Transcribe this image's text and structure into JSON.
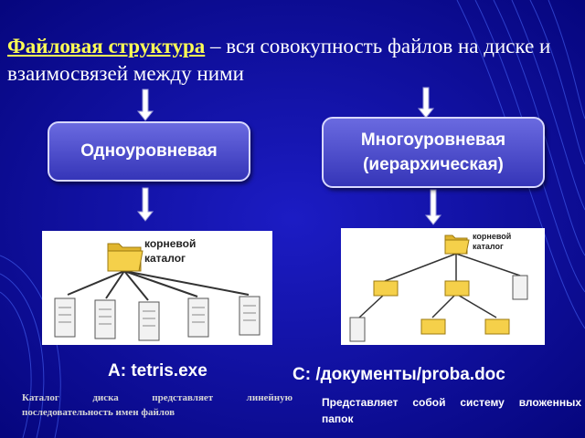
{
  "title": {
    "term": "Файловая структура",
    "rest": " – вся совокупность файлов на диске и взаимосвязей между ними"
  },
  "single_level": {
    "label": "Одноуровневая",
    "root_label": "корневой каталог",
    "path": "А: tetris.exe",
    "description": "Каталог диска представляет линейную последовательность имен файлов"
  },
  "multi_level": {
    "label": "Многоуровневая (иерархическая)",
    "root_label": "корневой каталог",
    "path": "С: /документы/proba.doc",
    "description": "Представляет собой систему вложенных папок"
  },
  "colors": {
    "background": "#0a0a9a",
    "title_term": "#ffff55",
    "pill": "#4a4ac8",
    "folder": "#f5d04a",
    "document": "#f2f2f2"
  }
}
